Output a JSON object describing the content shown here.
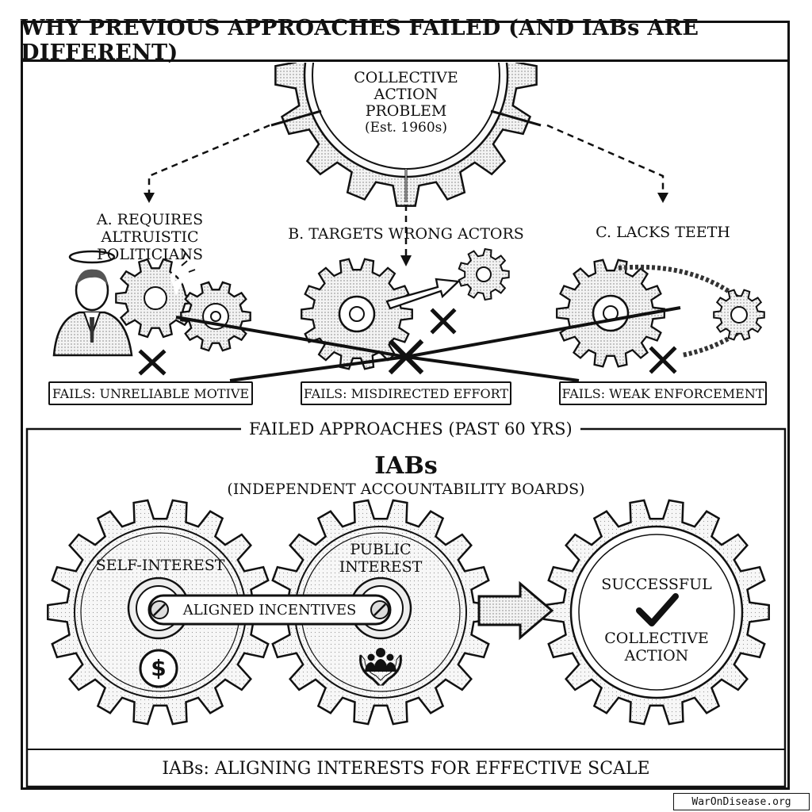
{
  "header": {
    "title": "WHY PREVIOUS APPROACHES FAILED (AND IABs ARE DIFFERENT)"
  },
  "center_gear": {
    "lines": [
      "COLLECTIVE",
      "ACTION",
      "PROBLEM"
    ],
    "est": "(Est. 1960s)"
  },
  "approaches": [
    {
      "label": "A. REQUIRES ALTRUISTIC POLITICIANS",
      "fail": "FAILS: UNRELIABLE MOTIVE"
    },
    {
      "label": "B. TARGETS WRONG ACTORS",
      "fail": "FAILS: MISDIRECTED EFFORT"
    },
    {
      "label": "C. LACKS TEETH",
      "fail": "FAILS: WEAK ENFORCEMENT"
    }
  ],
  "failed_section": {
    "title": "FAILED APPROACHES (PAST 60 YRS)"
  },
  "iabs": {
    "title": "IABs",
    "subtitle": "(INDEPENDENT ACCOUNTABILITY BOARDS)",
    "gear_left": "SELF-INTEREST",
    "gear_mid": "PUBLIC INTEREST",
    "link": "ALIGNED INCENTIVES",
    "dollar": "$",
    "result_top": "SUCCESSFUL",
    "result_bottom": "COLLECTIVE ACTION",
    "icons": [
      "dollar-icon",
      "people-in-hands-icon",
      "checkmark-icon",
      "halo-icon",
      "businessman-icon",
      "chain-icon",
      "broken-gear-icon"
    ]
  },
  "footer": {
    "tagline": "IABs: ALIGNING INTERESTS FOR EFFECTIVE SCALE"
  },
  "watermark": "WarOnDisease.org"
}
